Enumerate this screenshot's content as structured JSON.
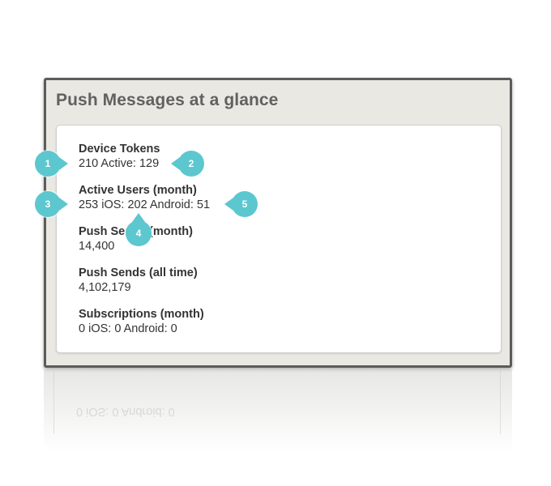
{
  "widget": {
    "title": "Push Messages at a glance",
    "stats": [
      {
        "label": "Device Tokens",
        "value": "210 Active: 129"
      },
      {
        "label": "Active Users (month)",
        "value": "253 iOS: 202 Android: 51"
      },
      {
        "label": "Push Sends (month)",
        "value": "14,400"
      },
      {
        "label": "Push Sends (all time)",
        "value": "4,102,179"
      },
      {
        "label": "Subscriptions (month)",
        "value": "0 iOS: 0 Android: 0"
      }
    ]
  },
  "callouts": [
    "1",
    "2",
    "3",
    "4",
    "5"
  ],
  "colors": {
    "panel_background": "#e9e8e2",
    "panel_border": "#5c5c5c",
    "callout": "#5cc7cf",
    "title_text": "#616161"
  }
}
